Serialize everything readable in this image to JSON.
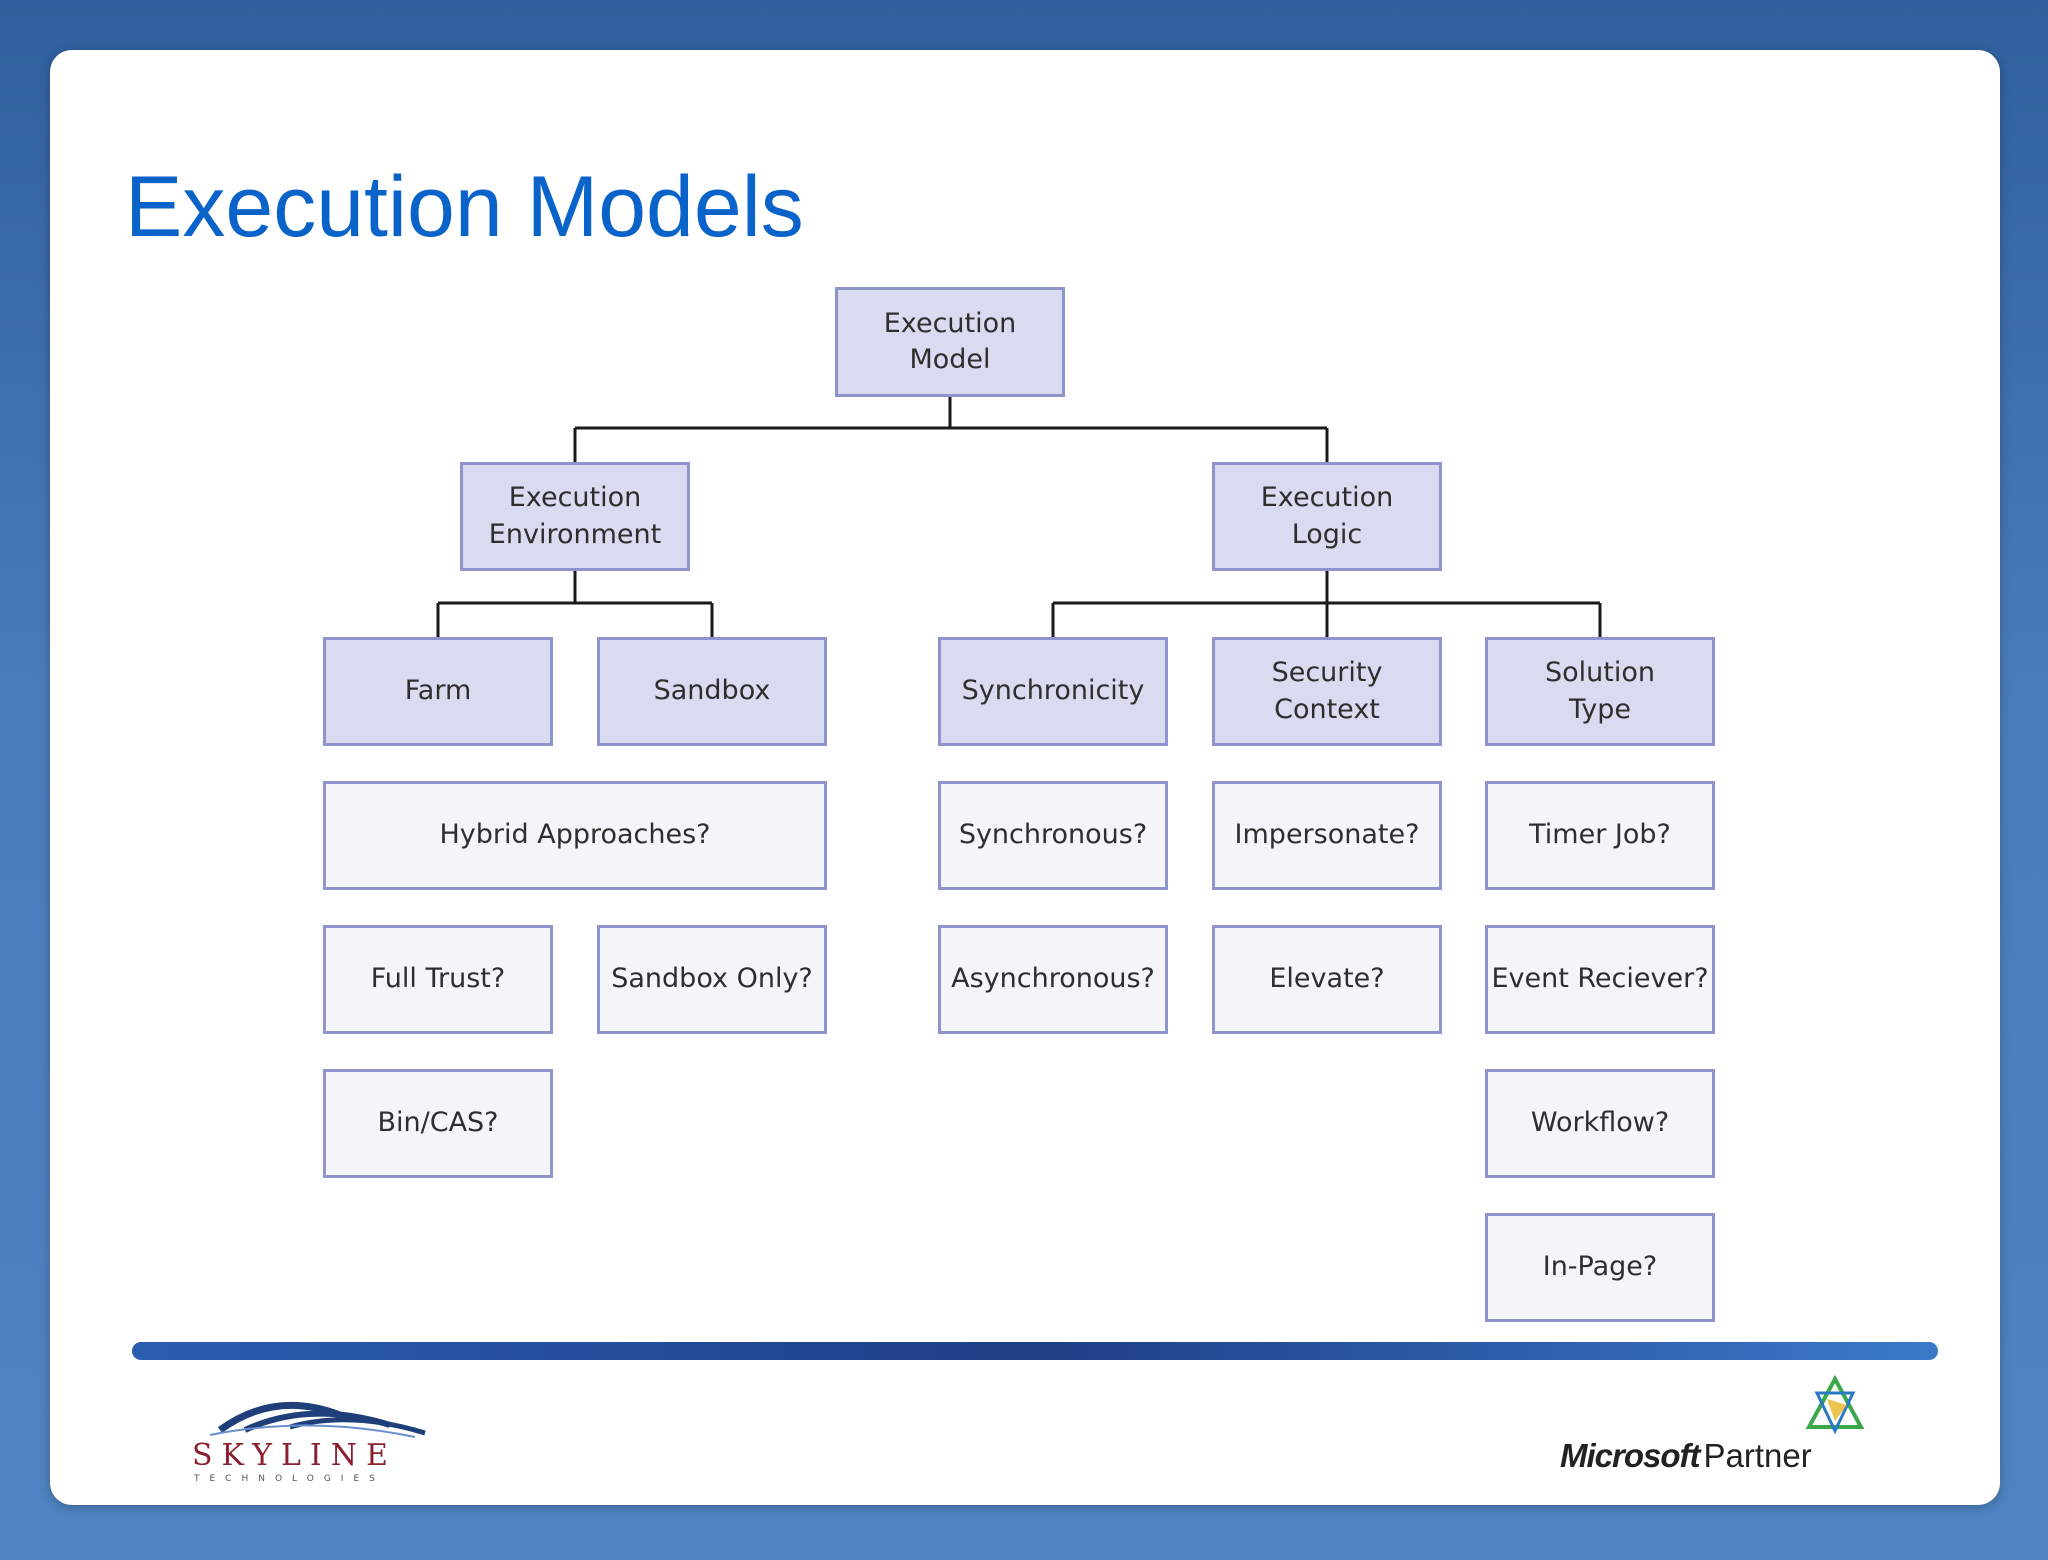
{
  "slide": {
    "title": "Execution Models"
  },
  "diagram": {
    "root": "Execution\nModel",
    "environment": {
      "label": "Execution\nEnvironment",
      "farm": "Farm",
      "sandbox": "Sandbox",
      "hybrid": "Hybrid Approaches?",
      "full_trust": "Full Trust?",
      "sandbox_only": "Sandbox Only?",
      "bin_cas": "Bin/CAS?"
    },
    "logic": {
      "label": "Execution\nLogic",
      "synchronicity": "Synchronicity",
      "security_context": "Security\nContext",
      "solution_type": "Solution\nType",
      "synchronous": "Synchronous?",
      "asynchronous": "Asynchronous?",
      "impersonate": "Impersonate?",
      "elevate": "Elevate?",
      "timer_job": "Timer Job?",
      "event_receiver": "Event Reciever?",
      "workflow": "Workflow?",
      "in_page": "In-Page?"
    }
  },
  "footer": {
    "skyline_logo": "SKYLINE TECHNOLOGIES",
    "ms_partner_brand": "Microsoft",
    "ms_partner_word": "Partner"
  },
  "colors": {
    "title": "#0a63c9",
    "node_header_fill": "#d9dbf0",
    "node_question_fill": "#f4f4fb",
    "node_border": "#8f94cf",
    "background": "#4a7cbc"
  }
}
